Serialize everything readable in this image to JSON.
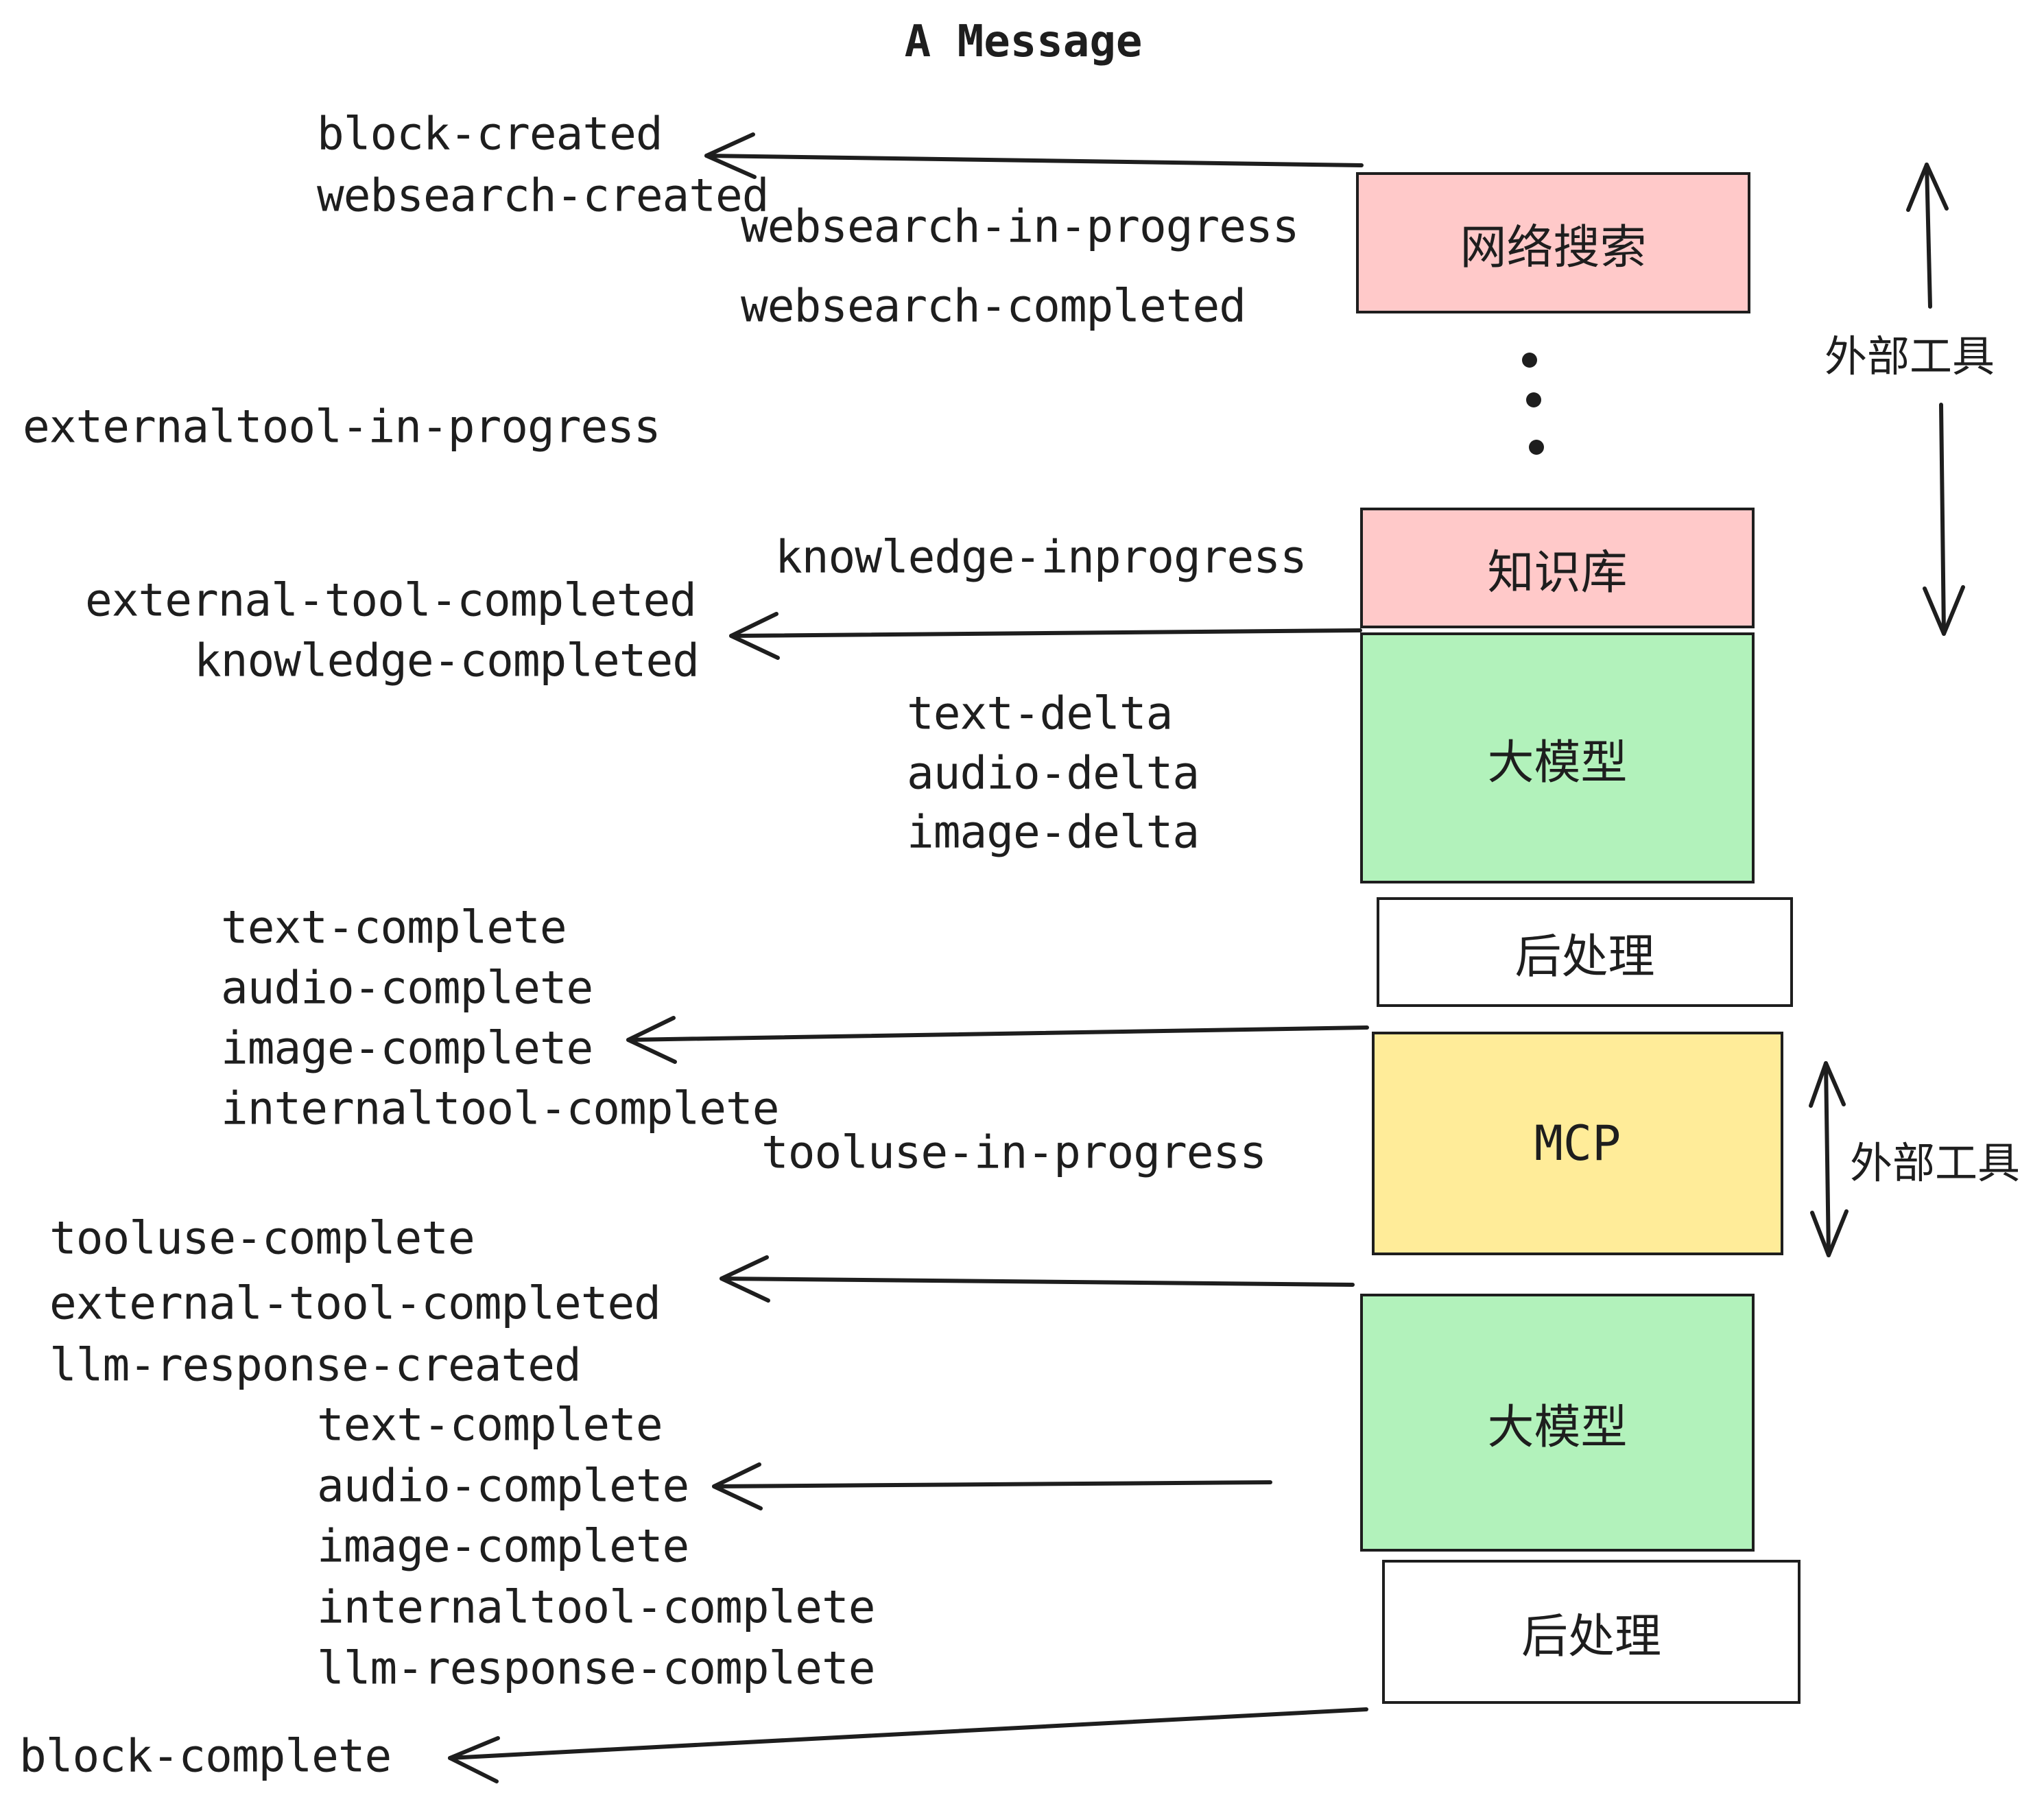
{
  "title": "A Message",
  "events": {
    "block_created": "block-created",
    "websearch_created": "websearch-created",
    "websearch_in_progress": "websearch-in-progress",
    "websearch_completed": "websearch-completed",
    "externaltool_in_progress": "externaltool-in-progress",
    "knowledge_inprogress": "knowledge-inprogress",
    "external_tool_completed": "external-tool-completed",
    "knowledge_completed": "knowledge-completed",
    "text_delta": "text-delta",
    "audio_delta": "audio-delta",
    "image_delta": "image-delta",
    "text_complete": "text-complete",
    "audio_complete": "audio-complete",
    "image_complete": "image-complete",
    "internaltool_complete": "internaltool-complete",
    "tooluse_in_progress": "tooluse-in-progress",
    "tooluse_complete": "tooluse-complete",
    "external_tool_completed_2": "external-tool-completed",
    "llm_response_created": "llm-response-created",
    "text_complete_2": "text-complete",
    "audio_complete_2": "audio-complete",
    "image_complete_2": "image-complete",
    "internaltool_complete_2": "internaltool-complete",
    "llm_response_complete": "llm-response-complete",
    "block_complete": "block-complete"
  },
  "boxes": {
    "websearch": {
      "label": "网络搜索",
      "fill": "#ffc9c9"
    },
    "knowledge": {
      "label": "知识库",
      "fill": "#ffc9c9"
    },
    "llm1": {
      "label": "大模型",
      "fill": "#b2f2bb"
    },
    "post1": {
      "label": "后处理",
      "fill": "#ffffff"
    },
    "mcp": {
      "label": "MCP",
      "fill": "#ffec99"
    },
    "llm2": {
      "label": "大模型",
      "fill": "#b2f2bb"
    },
    "post2": {
      "label": "后处理",
      "fill": "#ffffff"
    }
  },
  "annotations": {
    "external_tools_top": "外部工具",
    "external_tools_mid": "外部工具"
  },
  "colors": {
    "ink": "#1e1e1e",
    "pink": "#ffc9c9",
    "green": "#b2f2bb",
    "yellow": "#ffec99"
  }
}
